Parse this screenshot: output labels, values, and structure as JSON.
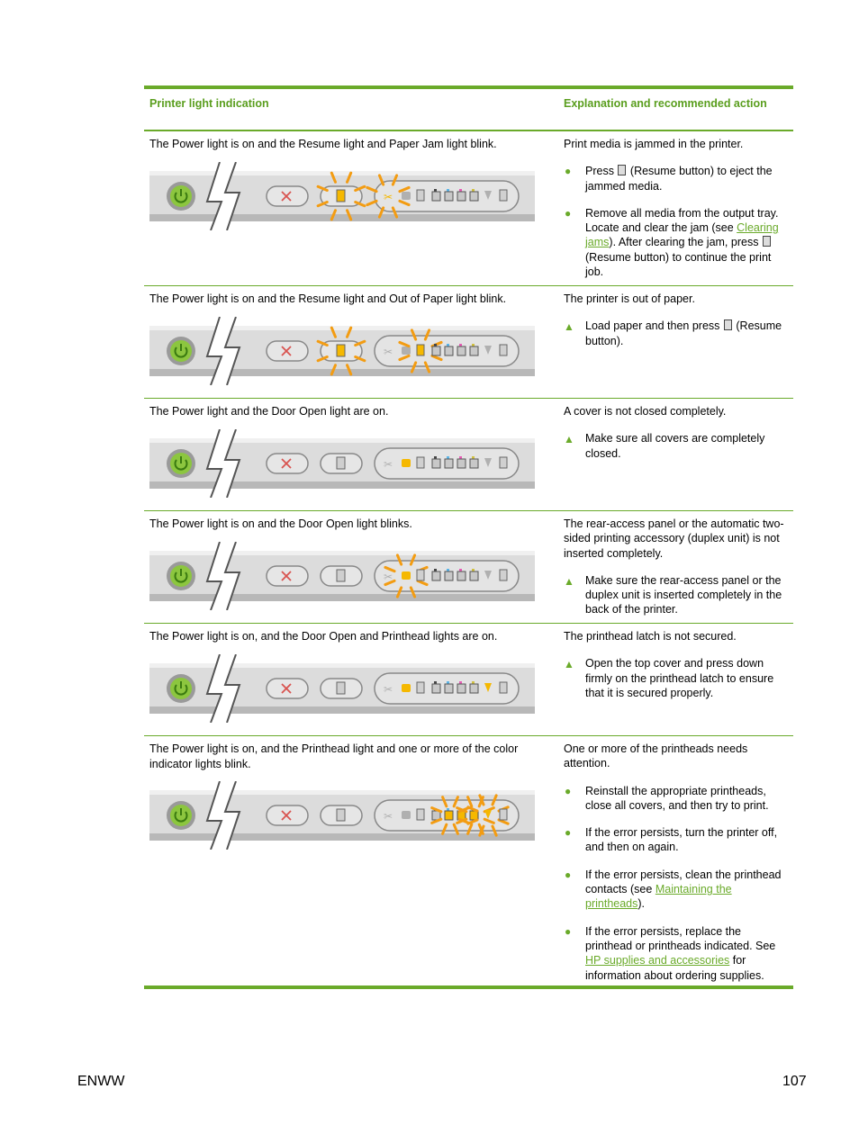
{
  "table": {
    "header_left": "Printer light indication",
    "header_right": "Explanation and recommended action"
  },
  "rows": [
    {
      "indication": "The Power light is on and the Resume light and Paper Jam light blink.",
      "explanation": "Print media is jammed in the printer.",
      "actions": [
        {
          "text_before": "Press ",
          "resume_icon": "resume-icon",
          "text_after": " (Resume button) to eject the jammed media."
        },
        {
          "text_before": "Remove all media from the output tray. Locate and clear the jam (see ",
          "link": "Clearing jams",
          "text_after": "). After clearing the jam, press ",
          "resume_icon": "resume-icon",
          "text_end": " (Resume button) to continue the print job."
        }
      ]
    },
    {
      "indication": "The Power light is on and the Resume light and Out of Paper light blink.",
      "explanation": "The printer is out of paper.",
      "actions": [
        {
          "text_before": "Load paper and then press ",
          "resume_icon": "resume-icon",
          "text_after": " (Resume button)."
        }
      ]
    },
    {
      "indication": "The Power light and the Door Open light are on.",
      "explanation": "A cover is not closed completely.",
      "actions": [
        {
          "text": "Make sure all covers are completely closed."
        }
      ]
    },
    {
      "indication": "The Power light is on and the Door Open light blinks.",
      "explanation": "The rear-access panel or the automatic two-sided printing accessory (duplex unit) is not inserted completely.",
      "actions": [
        {
          "text": "Make sure the rear-access panel or the duplex unit is inserted completely in the back of the printer."
        }
      ]
    },
    {
      "indication": "The Power light is on, and the Door Open and Printhead lights are on.",
      "explanation": "The printhead latch is not secured.",
      "actions": [
        {
          "text": "Open the top cover and press down firmly on the printhead latch to ensure that it is secured properly."
        }
      ]
    },
    {
      "indication": "The Power light is on, and the Printhead light and one or more of the color indicator lights blink.",
      "explanation": "One or more of the printheads needs attention.",
      "actions": [
        {
          "text": "Reinstall the appropriate printheads, close all covers, and then try to print."
        },
        {
          "text": "If the error persists, turn the printer off, and then on again."
        },
        {
          "text_before": "If the error persists, clean the printhead contacts (see ",
          "link": "Maintaining the printheads",
          "text_after": ")."
        },
        {
          "text_before": "If the error persists, replace the printhead or printheads indicated. See ",
          "link": "HP supplies and accessories",
          "text_after": " for information about ordering supplies."
        }
      ]
    }
  ],
  "footer": {
    "left": "ENWW",
    "right": "107"
  },
  "colors": {
    "accent": "#6aaa2a",
    "light_on": "#f5b800",
    "glow": "#f39c12",
    "power": "#8cc63f"
  }
}
